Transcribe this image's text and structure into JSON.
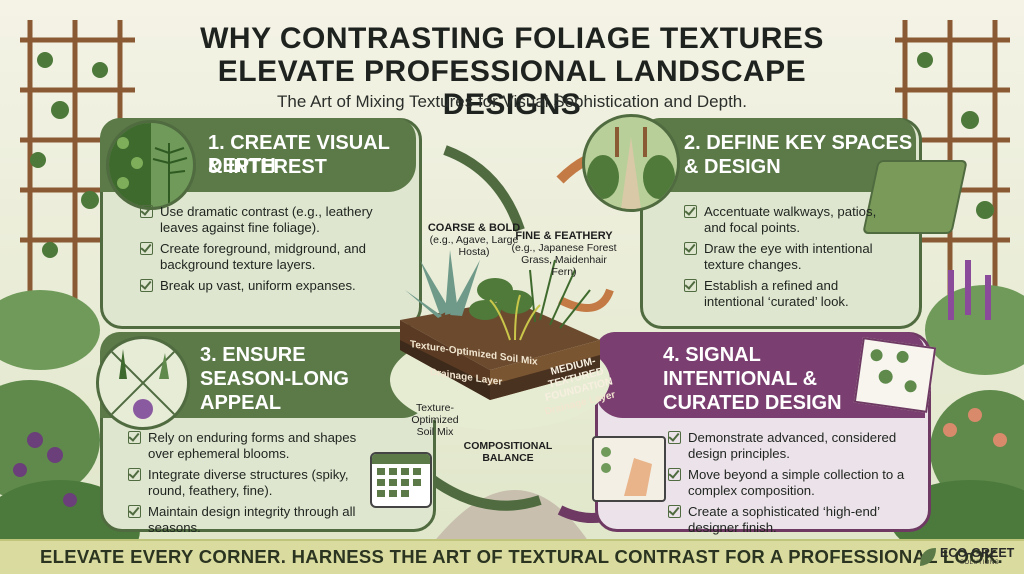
{
  "header": {
    "title_line1": "WHY CONTRASTING FOLIAGE TEXTURES",
    "title_line2": "ELEVATE PROFESSIONAL LANDSCAPE DESIGNS",
    "subtitle": "The Art of Mixing Textures for Visual Sophistication and Depth."
  },
  "panels": [
    {
      "heading_line1": "1. CREATE VISUAL DEPTH",
      "heading_line2": "& INTEREST",
      "items": [
        "Use dramatic contrast (e.g., leathery leaves against fine foliage).",
        "Create foreground, midground, and background texture layers.",
        "Break up vast, uniform expanses."
      ]
    },
    {
      "heading_line1": "2. DEFINE KEY SPACES",
      "heading_line2": "& DESIGN",
      "items": [
        "Accentuate walkways, patios, and focal points.",
        "Draw the eye with intentional texture changes.",
        "Establish a refined and intentional ‘curated’ look."
      ]
    },
    {
      "heading_line1": "3. ENSURE",
      "heading_line2": "SEASON-LONG",
      "heading_line3": "APPEAL",
      "items": [
        "Rely on enduring forms and shapes over ephemeral blooms.",
        "Integrate diverse structures (spiky, round, feathery, fine).",
        "Maintain design integrity through all seasons."
      ]
    },
    {
      "heading_line1": "4. SIGNAL",
      "heading_line2": "INTENTIONAL &",
      "heading_line3": "CURATED DESIGN",
      "items": [
        "Demonstrate advanced, considered design principles.",
        "Move beyond a simple collection to a complex composition.",
        "Create a sophisticated ‘high-end’ designer finish."
      ]
    }
  ],
  "center": {
    "coarse_title": "COARSE & BOLD",
    "coarse_examples": "(e.g., Agave, Large Hosta)",
    "fine_title": "FINE & FEATHERY",
    "fine_examples": "(e.g., Japanese Forest Grass, Maidenhair Fern)",
    "soil_layer": "Texture-Optimized Soil Mix",
    "drainage_layer": "Drainage Layer",
    "medium_line1": "MEDIUM-TEXTURED",
    "medium_line2": "FOUNDATION",
    "drainage_layer_right": "Drainage Layer",
    "soil_callout_line1": "Texture-",
    "soil_callout_line2": "Optimized",
    "soil_callout_line3": "Soil Mix",
    "balance_line1": "COMPOSITIONAL",
    "balance_line2": "BALANCE"
  },
  "footer": {
    "tagline": "ELEVATE EVERY CORNER. HARNESS THE ART OF TEXTURAL CONTRAST FOR A PROFESSIONAL LOOK.",
    "brand": "ECO-GREET",
    "brand_sub": "SOLUTIONS"
  },
  "colors": {
    "green_accent": "#5b7a48",
    "purple_accent": "#7a3e70",
    "footer_band": "#d9dc9e"
  }
}
